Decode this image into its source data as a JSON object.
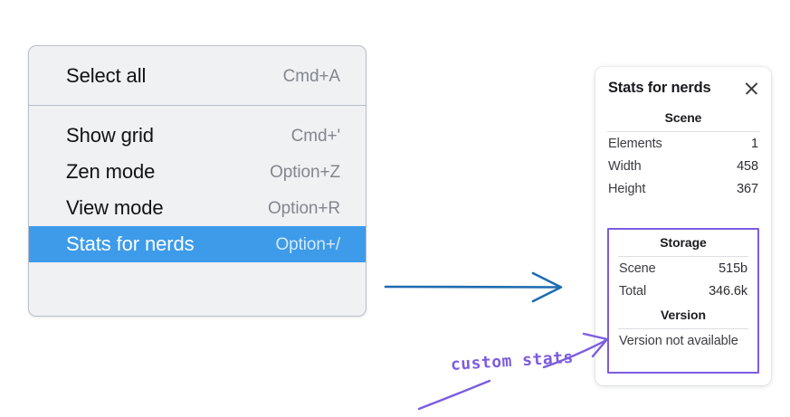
{
  "context_menu": {
    "groups": [
      {
        "items": [
          {
            "label": "Select all",
            "shortcut": "Cmd+A",
            "highlighted": false
          }
        ]
      },
      {
        "items": [
          {
            "label": "Show grid",
            "shortcut": "Cmd+'",
            "highlighted": false
          },
          {
            "label": "Zen mode",
            "shortcut": "Option+Z",
            "highlighted": false
          },
          {
            "label": "View mode",
            "shortcut": "Option+R",
            "highlighted": false
          },
          {
            "label": "Stats for nerds",
            "shortcut": "Option+/",
            "highlighted": true
          }
        ]
      }
    ],
    "highlight_color": "#3d9be9"
  },
  "stats_panel": {
    "title": "Stats for nerds",
    "close_icon": "close-icon",
    "sections": [
      {
        "heading": "Scene",
        "rows": [
          {
            "label": "Elements",
            "value": "1"
          },
          {
            "label": "Width",
            "value": "458"
          },
          {
            "label": "Height",
            "value": "367"
          }
        ]
      },
      {
        "heading": "Storage",
        "rows": [
          {
            "label": "Scene",
            "value": "515b"
          },
          {
            "label": "Total",
            "value": "346.6k"
          }
        ]
      },
      {
        "heading": "Version",
        "rows": [
          {
            "label": "Version not available",
            "value": ""
          }
        ]
      }
    ]
  },
  "annotations": {
    "callout_text": "custom stats",
    "callout_color": "#7c5ce0",
    "arrow_color": "#1f6cb0"
  }
}
